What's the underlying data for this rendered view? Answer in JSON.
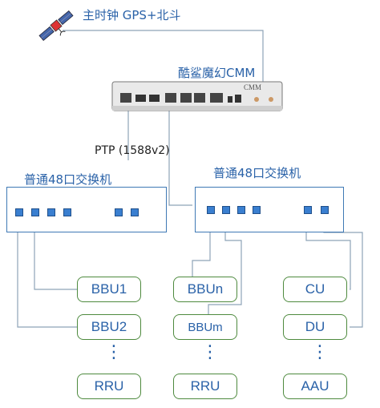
{
  "master_clock_label": "主时钟 GPS+北斗",
  "cmm_label": "酷鲨魔幻CMM",
  "cmm_badge": "CMM",
  "ptp_label": "PTP  (1588v2)",
  "switch_left_label": "普通48口交换机",
  "switch_right_label": "普通48口交换机",
  "left_col": [
    "BBU1",
    "BBU2",
    "RRU"
  ],
  "middle_col": [
    "BBUn",
    "BBUm",
    "RRU"
  ],
  "right_col": [
    "CU",
    "DU",
    "AAU"
  ],
  "colors": {
    "line": "#8ea3b8",
    "port": "#3a7fd0",
    "switch_border": "#3f79b5",
    "box_border": "#4e8a3e",
    "text": "#2a62a8"
  }
}
